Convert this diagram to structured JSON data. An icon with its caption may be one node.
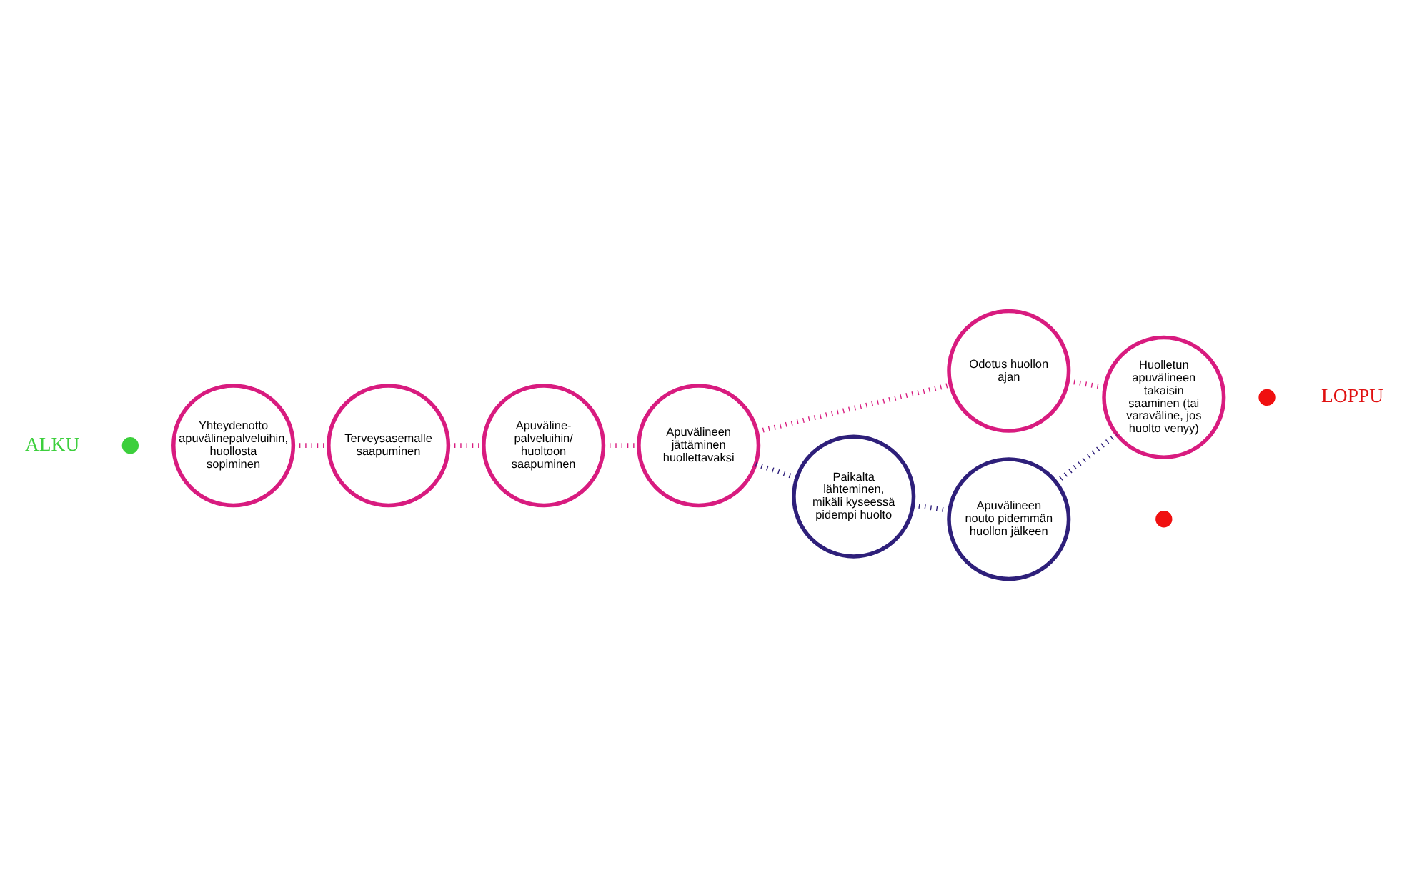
{
  "diagram": {
    "nodes": [
      {
        "text": [
          "Yhteydenotto apuvälinepalveluihin, huollosta sopiminen"
        ]
      },
      {
        "text": [
          "Terveysasemalle saapuminen"
        ]
      },
      {
        "text": [
          "Apuväline- palveluihin/ huoltoon saapuminen"
        ]
      },
      {
        "text": [
          "Apuvälineen jättäminen huollettavaksi"
        ]
      },
      {
        "text": [
          "Odotus huollon ajan"
        ]
      },
      {
        "text": [
          "Paikalta lähteminen, mikäli kyseessä pidempi huolto"
        ]
      },
      {
        "text": [
          "Huolletun apuvälineen takaisin saaminen (tai varaväline, jos huolto venyy)"
        ]
      },
      {
        "text": [
          "Apuvälineen nouto pidemmän huollon jälkeen"
        ]
      },
      {
        "text": [],
        "shape": "circle"
      },
      {
        "text": [],
        "shape": "circle"
      },
      {
        "text": [],
        "shape": "circle"
      }
    ],
    "edges": [
      {
        "from": 0,
        "to": 1,
        "arrow": "none",
        "style": "dashed"
      },
      {
        "from": 1,
        "to": 2,
        "arrow": "none",
        "style": "dashed"
      },
      {
        "from": 2,
        "to": 3,
        "arrow": "none",
        "style": "dashed"
      },
      {
        "from": 3,
        "to": 4,
        "arrow": "none",
        "style": "dashed"
      },
      {
        "from": 4,
        "to": 6,
        "arrow": "none",
        "style": "dashed"
      },
      {
        "from": 3,
        "to": 5,
        "arrow": "none",
        "style": "dashed",
        "color": "#2e1f7a"
      },
      {
        "from": 5,
        "to": 7,
        "arrow": "none",
        "style": "dashed",
        "color": "#2e1f7a"
      },
      {
        "from": 7,
        "to": 6,
        "arrow": "none",
        "style": "dashed",
        "color": "#2e1f7a"
      }
    ],
    "labels": [
      "ALKU",
      "LOPPU"
    ]
  }
}
